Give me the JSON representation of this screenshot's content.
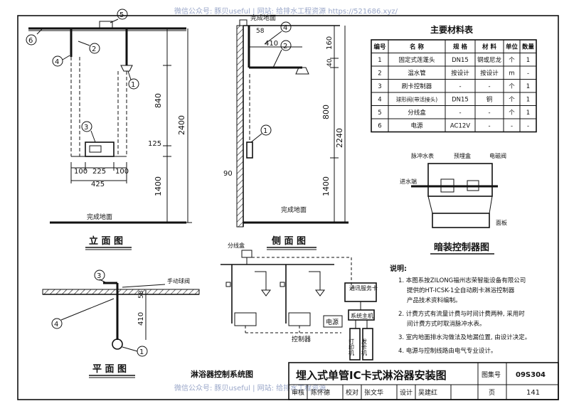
{
  "watermark_top": "微信公众号: 豚贝useful | 网站: 给排水工程资源 https://521686.xyz/",
  "watermark_bottom": "微信公众号: 豚贝useful | 网站: 给排水工程资源",
  "views": {
    "elevation": {
      "title": "立 面 图",
      "dims": [
        "840",
        "2400",
        "1400",
        "125",
        "100",
        "225",
        "100",
        "425"
      ],
      "floor_label": "完成地面"
    },
    "side": {
      "title": "侧 面 图",
      "dims": [
        "410",
        "58",
        "160",
        "40",
        "800",
        "2240",
        "1400",
        "90"
      ],
      "ceiling_label": "完成地面",
      "floor_label": "完成地面"
    },
    "plan": {
      "title": "平 面 图",
      "dims": [
        "58",
        "410"
      ],
      "valve_label": "手动球阀"
    },
    "system": {
      "title": "淋浴器控制系统图",
      "junction_label": "分线盒",
      "controller_label": "控制器",
      "power_label": "电源",
      "comm_card": "通讯服务卡",
      "host": "系统主机",
      "printer": "打印机",
      "issuer": "发卡机"
    },
    "concealed": {
      "title": "暗装控制器图",
      "labels": [
        "脉冲水表",
        "预埋盒",
        "电磁阀",
        "进水端",
        "面板"
      ]
    }
  },
  "balloons": [
    "1",
    "2",
    "3",
    "4",
    "5",
    "6"
  ],
  "materials": {
    "title": "主要材料表",
    "headers": [
      "编号",
      "名 称",
      "规 格",
      "材 料",
      "单位",
      "数量"
    ],
    "rows": [
      [
        "1",
        "固定式莲蓬头",
        "DN15",
        "钢或尼龙",
        "个",
        "1"
      ],
      [
        "2",
        "温水管",
        "按设计",
        "按设计",
        "m",
        "-"
      ],
      [
        "3",
        "刷卡控制器",
        "-",
        "-",
        "个",
        "1"
      ],
      [
        "4",
        "球形阀(带活接头)",
        "DN15",
        "铜",
        "个",
        "1"
      ],
      [
        "5",
        "分线盒",
        "-",
        "-",
        "个",
        "1"
      ],
      [
        "6",
        "电源",
        "AC12V",
        "-",
        "-",
        "-"
      ]
    ]
  },
  "notes": {
    "heading": "说明:",
    "items": [
      "1. 本图系按ZILONG福州志荣智能设备有限公司",
      "提供的HT-ICSK-1全自动刷卡淋浴控制器",
      "产品技术资料编制。",
      "2. 计费方式有流量计费与时间计费两种, 采用时",
      "间计费方式时取消脉冲水表。",
      "3. 室内地面排水沟做法及地漏位置, 由设计决定。",
      "4. 电源与控制线路由电气专业设计。"
    ]
  },
  "titleblock": {
    "title": "埋入式单管IC卡式淋浴器安装图",
    "atlas_label": "图集号",
    "atlas_no": "09S304",
    "review": "审核",
    "reviewer": "陈怀德",
    "check": "校对",
    "checker": "张文华",
    "design": "设计",
    "designer": "吴建红",
    "page_label": "页",
    "page_no": "141"
  }
}
